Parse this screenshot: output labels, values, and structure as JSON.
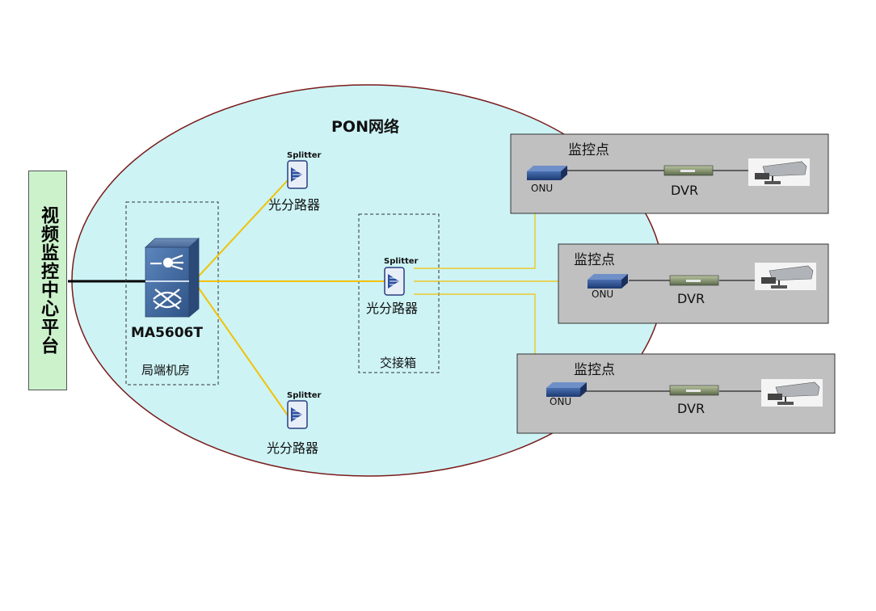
{
  "platform": {
    "label": "视频监控中心平台"
  },
  "network": {
    "label": "PON网络"
  },
  "olt": {
    "model": "MA5606T",
    "room_label": "局端机房"
  },
  "splitters": [
    {
      "tag": "Splitter",
      "label": "光分路器"
    },
    {
      "tag": "Splitter",
      "label": "光分路器"
    },
    {
      "tag": "Splitter",
      "label": "光分路器"
    }
  ],
  "cabinet": {
    "label": "交接箱"
  },
  "sites": [
    {
      "title": "监控点",
      "onu": "ONU",
      "dvr": "DVR"
    },
    {
      "title": "监控点",
      "onu": "ONU",
      "dvr": "DVR"
    },
    {
      "title": "监控点",
      "onu": "ONU",
      "dvr": "DVR"
    }
  ],
  "colors": {
    "ellipse_fill": "#cdf3f5",
    "ellipse_stroke": "#7a1a1a",
    "network_label": "#8b1a1a",
    "fiber": "#f2c200",
    "site_box": "#c0c0c0",
    "platform_fill": "#ccf2cc"
  }
}
